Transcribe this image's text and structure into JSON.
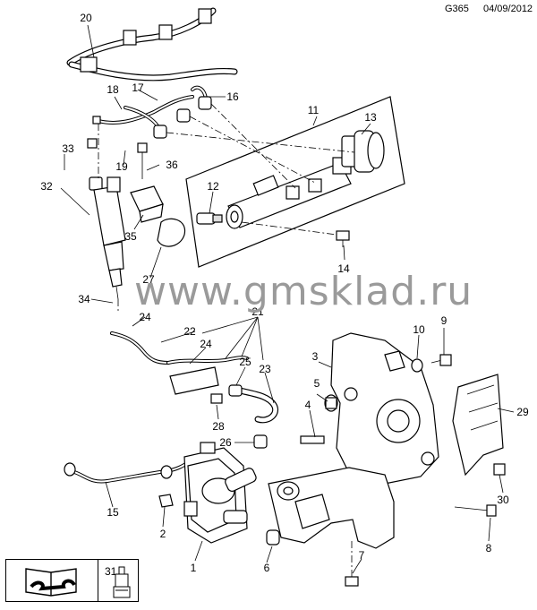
{
  "header": {
    "code": "G365",
    "date": "04/09/2012"
  },
  "watermark": "www.gmsklad.ru",
  "callouts": [
    "1",
    "2",
    "3",
    "4",
    "5",
    "6",
    "7",
    "8",
    "9",
    "10",
    "11",
    "12",
    "13",
    "14",
    "15",
    "16",
    "17",
    "18",
    "19",
    "20",
    "21",
    "22",
    "23",
    "24",
    "25",
    "26",
    "27",
    "28",
    "29",
    "30",
    "31",
    "32",
    "33",
    "34",
    "35",
    "36"
  ],
  "legend": {
    "number": "31",
    "left_icon": "book-wrench-icon",
    "right_icon": "sealant-tube-icon"
  }
}
